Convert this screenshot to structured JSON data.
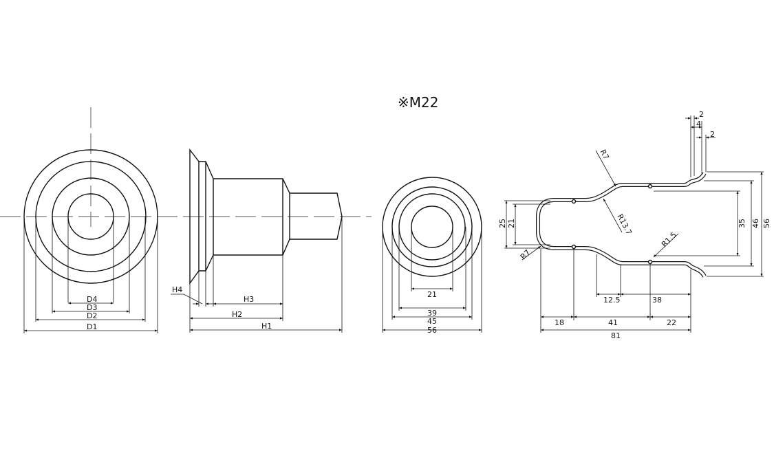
{
  "title": "※M22",
  "front_view": {
    "dims": [
      "D4",
      "D3",
      "D2",
      "D1"
    ]
  },
  "side_view": {
    "dims": {
      "h1": "H1",
      "h2": "H2",
      "h3": "H3",
      "h4": "H4"
    }
  },
  "cup_view": {
    "dims": [
      "21",
      "39",
      "45",
      "56"
    ]
  },
  "section_view": {
    "radii": {
      "r7_top": "R7",
      "r13_7": "R13.7",
      "r1_5": "R1.5",
      "r7_bottom": "R7"
    },
    "vertical_dims": {
      "d25": "25",
      "d21": "21",
      "d35": "35",
      "d46": "46",
      "d56": "56"
    },
    "horizontal_dims": {
      "d12_5": "12.5",
      "d38": "38",
      "d18": "18",
      "d41": "41",
      "d22": "22",
      "d81": "81"
    },
    "top_dims": {
      "t2a": "2",
      "t4": "4",
      "t2b": "2"
    }
  }
}
